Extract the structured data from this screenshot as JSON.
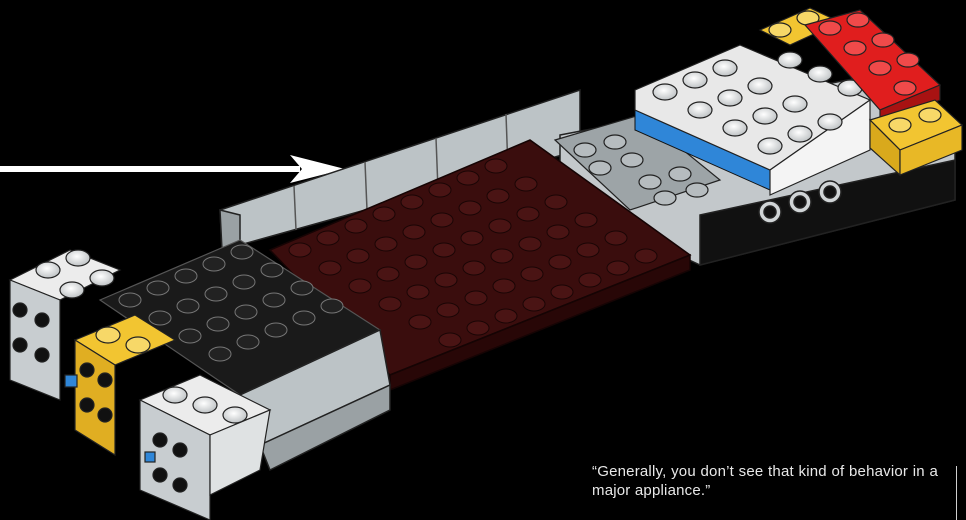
{
  "caption": {
    "quote": "“Generally, you don’t see that kind of behavior in a major appliance.”"
  },
  "colors": {
    "background": "#000000",
    "dark_red_plate": "#3a0d0d",
    "light_gray": "#c8cdd0",
    "white": "#eeeeee",
    "black_brick": "#1a1a1a",
    "yellow": "#f2c531",
    "red": "#e01e1e",
    "blue": "#2f86d8",
    "arrow": "#ffffff"
  },
  "illustration": {
    "subject": "lego-brick-model",
    "pointer": "arrow-right"
  }
}
